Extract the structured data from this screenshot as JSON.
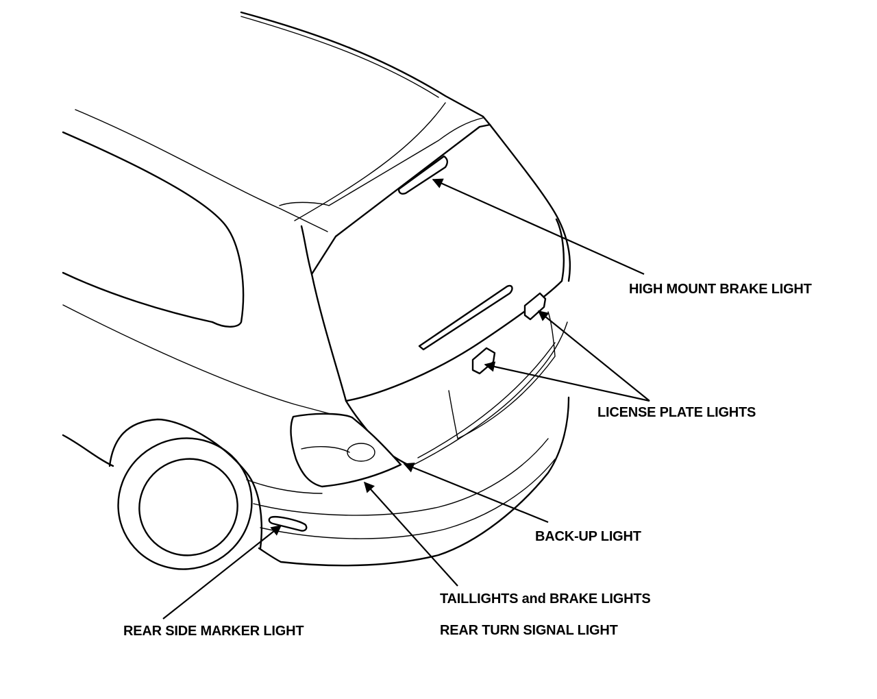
{
  "labels": {
    "high_mount": "HIGH MOUNT BRAKE LIGHT",
    "license_plate": "LICENSE PLATE LIGHTS",
    "back_up": "BACK-UP LIGHT",
    "taillights": "TAILLIGHTS and BRAKE LIGHTS",
    "rear_turn": "REAR TURN SIGNAL LIGHT",
    "rear_side_marker": "REAR SIDE MARKER LIGHT"
  }
}
